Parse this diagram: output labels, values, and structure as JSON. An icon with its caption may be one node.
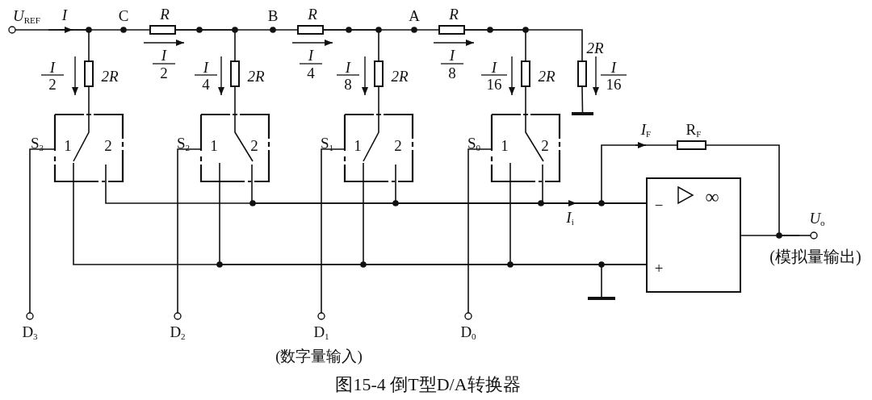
{
  "diagram": {
    "caption": "图15-4 倒T型D/A转换器",
    "nodes": [
      {
        "text": [
          "*U*$_{REF}$"
        ]
      },
      {
        "text": [],
        "shape": "box",
        "beside": [
          "2R"
        ]
      },
      {
        "text": [],
        "shape": "box",
        "beside": [
          "R"
        ]
      },
      {
        "text": [],
        "shape": "box",
        "beside": [
          "2R"
        ]
      },
      {
        "text": [],
        "shape": "box",
        "beside": [
          "R"
        ]
      },
      {
        "text": [],
        "shape": "box",
        "beside": [
          "2R"
        ]
      },
      {
        "text": [],
        "shape": "box",
        "beside": [
          "R"
        ]
      },
      {
        "text": [],
        "shape": "box",
        "beside": [
          "2R"
        ]
      },
      {
        "text": [],
        "shape": "box",
        "beside": [
          "2R"
        ]
      },
      {
        "text": [],
        "shape": "bar"
      },
      {
        "text": [
          "1",
          "2"
        ],
        "beside": [
          "S$_{3}$"
        ]
      },
      {
        "text": [
          "1",
          "2"
        ],
        "beside": [
          "S$_{2}$"
        ]
      },
      {
        "text": [
          "1",
          "2"
        ],
        "beside": [
          "S$_{1}$"
        ]
      },
      {
        "text": [
          "1",
          "2"
        ],
        "beside": [
          "S$_{0}$"
        ]
      },
      {
        "text": [],
        "shape": "box",
        "beside": [
          "R$_{F}$"
        ]
      },
      {
        "text": [
          "∞",
          "−",
          "+"
        ]
      },
      {
        "text": [
          "*U*$_{o}$"
        ],
        "beside": [
          "(模拟量输出)"
        ]
      },
      {
        "text": [],
        "shape": "bar"
      },
      {
        "text": [
          "D$_{3}$"
        ]
      },
      {
        "text": [
          "D$_{2}$"
        ]
      },
      {
        "text": [
          "D$_{1}$"
        ]
      },
      {
        "text": [
          "D$_{0}$"
        ]
      }
    ],
    "edges": [
      {
        "from": 0,
        "to": 1,
        "arrow": "none"
      },
      {
        "from": 0,
        "to": 2,
        "arrow": "none"
      },
      {
        "from": 2,
        "to": 3,
        "arrow": "none"
      },
      {
        "from": 2,
        "to": 4,
        "arrow": "none"
      },
      {
        "from": 4,
        "to": 5,
        "arrow": "none"
      },
      {
        "from": 4,
        "to": 6,
        "arrow": "none"
      },
      {
        "from": 6,
        "to": 7,
        "arrow": "none"
      },
      {
        "from": 6,
        "to": 8,
        "arrow": "none"
      },
      {
        "from": 8,
        "to": 9,
        "arrow": "none"
      },
      {
        "from": 1,
        "to": 10,
        "arrow": "none"
      },
      {
        "from": 3,
        "to": 11,
        "arrow": "none"
      },
      {
        "from": 5,
        "to": 12,
        "arrow": "none"
      },
      {
        "from": 7,
        "to": 13,
        "arrow": "none"
      },
      {
        "from": 10,
        "to": 18,
        "arrow": "none"
      },
      {
        "from": 11,
        "to": 19,
        "arrow": "none"
      },
      {
        "from": 12,
        "to": 20,
        "arrow": "none"
      },
      {
        "from": 13,
        "to": 21,
        "arrow": "none"
      },
      {
        "from": 10,
        "to": 15,
        "arrow": "none"
      },
      {
        "from": 11,
        "to": 15,
        "arrow": "none"
      },
      {
        "from": 12,
        "to": 15,
        "arrow": "none"
      },
      {
        "from": 13,
        "to": 15,
        "arrow": "none"
      },
      {
        "from": 10,
        "to": 15,
        "arrow": "none"
      },
      {
        "from": 11,
        "to": 15,
        "arrow": "none"
      },
      {
        "from": 12,
        "to": 15,
        "arrow": "none"
      },
      {
        "from": 13,
        "to": 15,
        "arrow": "none"
      },
      {
        "from": 15,
        "to": 17,
        "arrow": "none"
      },
      {
        "from": 15,
        "to": 14,
        "arrow": "none"
      },
      {
        "from": 14,
        "to": 16,
        "arrow": "none"
      },
      {
        "from": 15,
        "to": 16,
        "arrow": "none"
      }
    ],
    "labels": [
      "I",
      "C",
      "B",
      "A",
      "I",
      "2",
      "I",
      "2",
      "I",
      "4",
      "I",
      "4",
      "I",
      "8",
      "I",
      "8",
      "I",
      "16",
      "I",
      "16",
      "*I*$_{F}$",
      "*I*$_{i}$",
      "(数字量输入)"
    ]
  }
}
